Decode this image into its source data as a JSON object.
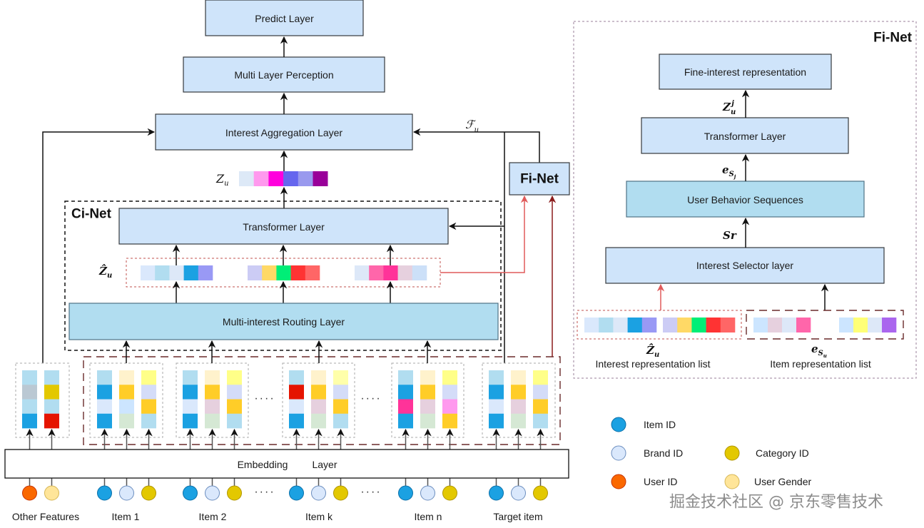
{
  "main": {
    "predict_layer": "Predict  Layer",
    "mlp": "Multi Layer Perception",
    "aggregation": "Interest Aggregation Layer",
    "fu_label": {
      "base": "ℱ",
      "sub": "u"
    },
    "zu_label": {
      "base": "Z",
      "sub": "u"
    },
    "zu_vector": [
      "#dde9f7",
      "#ff99ee",
      "#ff00dd",
      "#6666ee",
      "#9999ee",
      "#990099"
    ],
    "fi_net_block": "Fi-Net"
  },
  "ci_net": {
    "title": "Ci-Net",
    "transformer": "Transformer  Layer",
    "routing": "Multi-interest Routing Layer",
    "zhat_label": {
      "base": "Ẑ",
      "sub": "u"
    },
    "interest_vectors": [
      [
        "#dae8fc",
        "#b1ddf0",
        "#dde8f8",
        "#1ba1e2",
        "#9999f5"
      ],
      [
        "#ccccf5",
        "#ffd966",
        "#00ee77",
        "#ff3333",
        "#ff6666"
      ],
      [
        "#dde8f8",
        "#ff66aa",
        "#ff3399",
        "#e6d0de",
        "#cce0f8"
      ]
    ]
  },
  "embedding": {
    "label_left": "Embedding",
    "label_right": "Layer",
    "ellipsis": "····",
    "groups": [
      {
        "label": "Other Features",
        "inputs": [
          "user_id",
          "user_gender"
        ],
        "columns": [
          [
            "#b1ddf0",
            "#bac8d3",
            "#b1ddf0",
            "#1ba1e2"
          ],
          [
            "#b1ddf0",
            "#e3c800",
            "#b1ddf0",
            "#e51400"
          ]
        ]
      },
      {
        "label": "Item 1",
        "inputs": [
          "item_id",
          "brand_id",
          "category_id"
        ],
        "columns": [
          [
            "#b1ddf0",
            "#1ba1e2",
            "#dae8fc",
            "#1ba1e2"
          ],
          [
            "#fff2cc",
            "#ffcd28",
            "#cce5ff",
            "#d5e8d4"
          ],
          [
            "#ffff88",
            "#d4dcf8",
            "#ffcd28",
            "#b1ddf0"
          ]
        ]
      },
      {
        "label": "Item 2",
        "inputs": [
          "item_id",
          "brand_id",
          "category_id"
        ],
        "columns": [
          [
            "#b1ddf0",
            "#1ba1e2",
            "#dae8fc",
            "#1ba1e2"
          ],
          [
            "#fff2cc",
            "#ffcd28",
            "#e6d0de",
            "#d5e8d4"
          ],
          [
            "#ffff88",
            "#d4dcf8",
            "#ffcd28",
            "#b1ddf0"
          ]
        ]
      },
      {
        "label": "Item k",
        "inputs": [
          "item_id",
          "brand_id",
          "category_id"
        ],
        "columns": [
          [
            "#b1ddf0",
            "#e51400",
            "#dae8fc",
            "#1ba1e2"
          ],
          [
            "#fff2cc",
            "#ffcd28",
            "#e6d0de",
            "#d5e8d4"
          ],
          [
            "#ffffaa",
            "#d4dcf8",
            "#ffcd28",
            "#b1ddf0"
          ]
        ]
      },
      {
        "label": "Item n",
        "inputs": [
          "item_id",
          "brand_id",
          "category_id"
        ],
        "columns": [
          [
            "#b1ddf0",
            "#1ba1e2",
            "#ff3399",
            "#1ba1e2"
          ],
          [
            "#fff2cc",
            "#ffcd28",
            "#e6d0de",
            "#d5e8d4"
          ],
          [
            "#ffff88",
            "#d4dcf8",
            "#ff99ee",
            "#ffcd28"
          ]
        ]
      },
      {
        "label": "Target item",
        "inputs": [
          "item_id",
          "brand_id",
          "category_id"
        ],
        "columns": [
          [
            "#b1ddf0",
            "#1ba1e2",
            "#dae8fc",
            "#1ba1e2"
          ],
          [
            "#fff2cc",
            "#ffcd28",
            "#e6d0de",
            "#d5e8d4"
          ],
          [
            "#ffff88",
            "#d4dcf8",
            "#ffcd28",
            "#b1ddf0"
          ]
        ]
      }
    ]
  },
  "fi_net": {
    "title": "Fi-Net",
    "fine_interest": "Fine-interest representation",
    "transformer": "Transformer  Layer",
    "behavior": "User Behavior Sequences",
    "selector": "Interest Selector layer",
    "zuj_label": {
      "base": "Z",
      "sub": "u",
      "sup": "j"
    },
    "esj_label": {
      "base": "e",
      "sub": "S",
      "subsub": "j"
    },
    "sr_label": "Sr",
    "interest_list": {
      "symbol": {
        "base": "Ẑ",
        "sub": "u"
      },
      "caption": "Interest representation list",
      "vectors": [
        [
          "#dae8fc",
          "#b1ddf0",
          "#dde8f8",
          "#1ba1e2",
          "#9999f5"
        ],
        [
          "#ccccf5",
          "#ffd966",
          "#00ee77",
          "#ff3333",
          "#ff6666"
        ]
      ]
    },
    "item_list": {
      "symbol": {
        "base": "e",
        "sub": "S",
        "subsub": "u"
      },
      "caption": "Item representation list",
      "vectors": [
        [
          "#cce5ff",
          "#e6d0de",
          "#dde8f8",
          "#ff66aa"
        ],
        [
          "#cce5ff",
          "#ffff77",
          "#dde8f8",
          "#aa66ee"
        ]
      ]
    }
  },
  "legend": [
    {
      "key": "item_id",
      "label": "Item ID",
      "color": "#1ba1e2",
      "stroke": "#0b6fa8"
    },
    {
      "key": "brand_id",
      "label": "Brand ID",
      "color": "#dae8fc",
      "stroke": "#6c8ebf"
    },
    {
      "key": "category_id",
      "label": "Category ID",
      "color": "#e3c800",
      "stroke": "#b09500"
    },
    {
      "key": "user_id",
      "label": "User ID",
      "color": "#fa6800",
      "stroke": "#c73500"
    },
    {
      "key": "user_gender",
      "label": "User Gender",
      "color": "#ffe599",
      "stroke": "#d6b656"
    }
  ],
  "watermark": "掘金技术社区 @ 京东零售技术"
}
